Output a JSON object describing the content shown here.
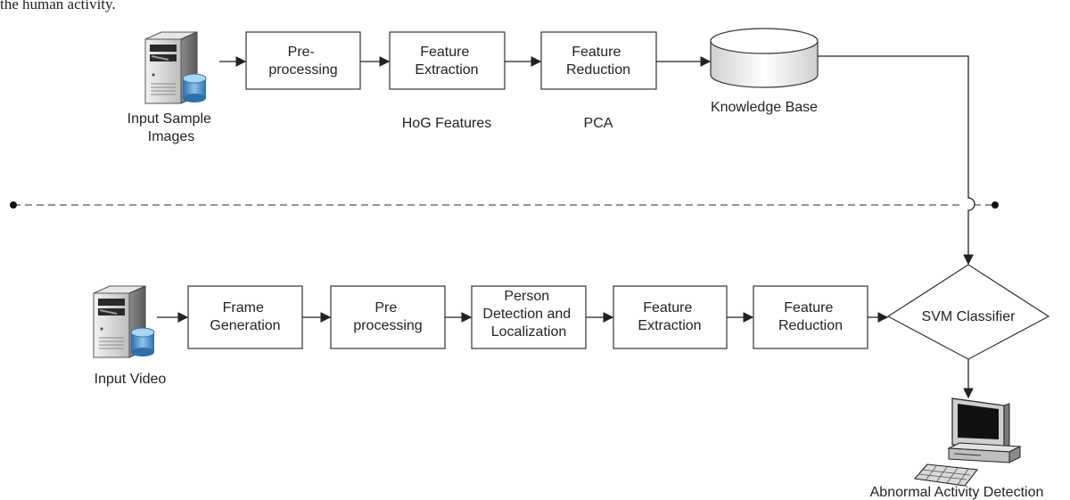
{
  "caption_top": "the human activity.",
  "training": {
    "input_label": [
      "Input Sample",
      "Images"
    ],
    "preprocessing": [
      "Pre-",
      "processing"
    ],
    "feature_extraction": [
      "Feature",
      "Extraction"
    ],
    "feature_reduction": [
      "Feature",
      "Reduction"
    ],
    "hog_label": "HoG Features",
    "pca_label": "PCA",
    "knowledge_base": "Knowledge Base"
  },
  "testing": {
    "input_label": "Input Video",
    "frame_generation": [
      "Frame",
      "Generation"
    ],
    "preprocessing": [
      "Pre",
      "processing"
    ],
    "person_detection": [
      "Person",
      "Detection and",
      "Localization"
    ],
    "feature_extraction": [
      "Feature",
      "Extraction"
    ],
    "feature_reduction": [
      "Feature",
      "Reduction"
    ],
    "classifier": "SVM Classifier",
    "output_label": "Abnormal Activity Detection"
  }
}
